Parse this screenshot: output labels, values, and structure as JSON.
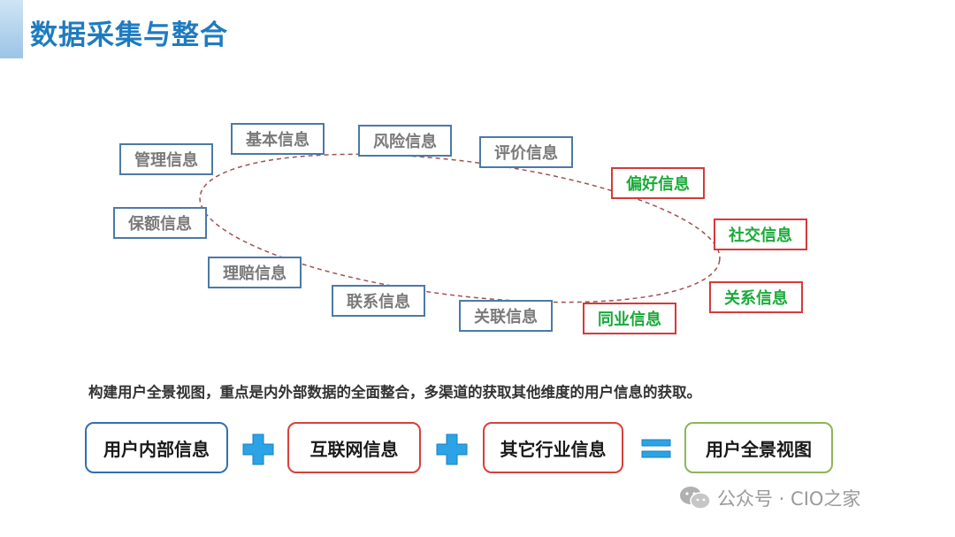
{
  "page": {
    "title": "数据采集与整合"
  },
  "diagram": {
    "tags_gray": [
      "管理信息",
      "基本信息",
      "风险信息",
      "评价信息",
      "保额信息",
      "理赔信息",
      "联系信息",
      "关联信息"
    ],
    "tags_highlight": [
      "偏好信息",
      "社交信息",
      "关系信息",
      "同业信息"
    ],
    "summary": "构建用户全景视图，重点是内外部数据的全面整合，多渠道的获取其他维度的用户信息的获取。",
    "equation": {
      "terms": [
        "用户内部信息",
        "互联网信息",
        "其它行业信息"
      ],
      "result": "用户全景视图"
    },
    "colors": {
      "title": "#1f7bc0",
      "gray_text": "#7a7a7a",
      "gray_border": "#4b7aa6",
      "highlight_text": "#1aaa3a",
      "highlight_border": "#d53a3a",
      "plus": "#2ba3e6",
      "equals": "#2ba3e6"
    }
  },
  "watermark": {
    "text": "公众号 · CIO之家"
  }
}
